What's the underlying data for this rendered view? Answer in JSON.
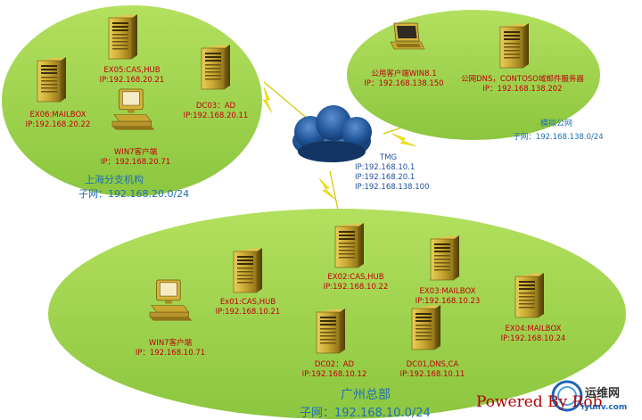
{
  "sites": {
    "shanghai": {
      "name": "上海分支机构",
      "subnet": "子网：192.168.20.0/24",
      "nodes": {
        "ex06": {
          "name": "EX06:MAILBOX",
          "ip": "IP:192.168.20.22"
        },
        "ex05": {
          "name": "EX05:CAS,HUB",
          "ip": "IP:192.168.20.21"
        },
        "dc03": {
          "name": "DC03：AD",
          "ip": "IP:192.168.20.11"
        },
        "win7": {
          "name": "WIN7客户端",
          "ip": "IP：192.168.20.71"
        }
      }
    },
    "public": {
      "name": "模拟公网",
      "subnet": "子网：192.168.138.0/24",
      "nodes": {
        "win81": {
          "name": "公用客户端WIN8.1",
          "ip": "IP：192.168.138.150"
        },
        "dns": {
          "name": "公网DNS，CONTOSO域邮件服务器",
          "ip": "IP：192.168.138.202"
        }
      }
    },
    "guangzhou": {
      "name": "广州总部",
      "subnet": "子网：192.168.10.0/24",
      "nodes": {
        "ex01": {
          "name": "Ex01:CAS,HUB",
          "ip": "IP:192.168.10.21"
        },
        "ex02": {
          "name": "EX02:CAS,HUB",
          "ip": "IP:192.168.10.22"
        },
        "ex03": {
          "name": "EX03:MAILBOX",
          "ip": "IP:192.168.10.23"
        },
        "ex04": {
          "name": "EX04:MAILBOX",
          "ip": "IP:192.168.10.24"
        },
        "dc02": {
          "name": "DC02：AD",
          "ip": "IP:192.168.10.12"
        },
        "dc01": {
          "name": "DC01,DNS,CA",
          "ip": "IP:192.168.10.11"
        },
        "win7": {
          "name": "WIN7客户端",
          "ip": "IP：192.168.10.71"
        }
      }
    }
  },
  "tmg": {
    "name": "TMG",
    "ips": [
      "IP:192.168.10.1",
      "IP:192.168.20.1",
      "IP:192.168.138.100"
    ]
  },
  "watermark": "Powered By Rob",
  "logo": {
    "text": "运维网",
    "url": "iyunv.com"
  },
  "colors": {
    "ellipse": "#9bd14a",
    "label": "#c0000a",
    "network": "#1f6fb5",
    "lightning": "#f2e600",
    "server_body": "#c9a632",
    "cloud": "#1c4f8f"
  }
}
